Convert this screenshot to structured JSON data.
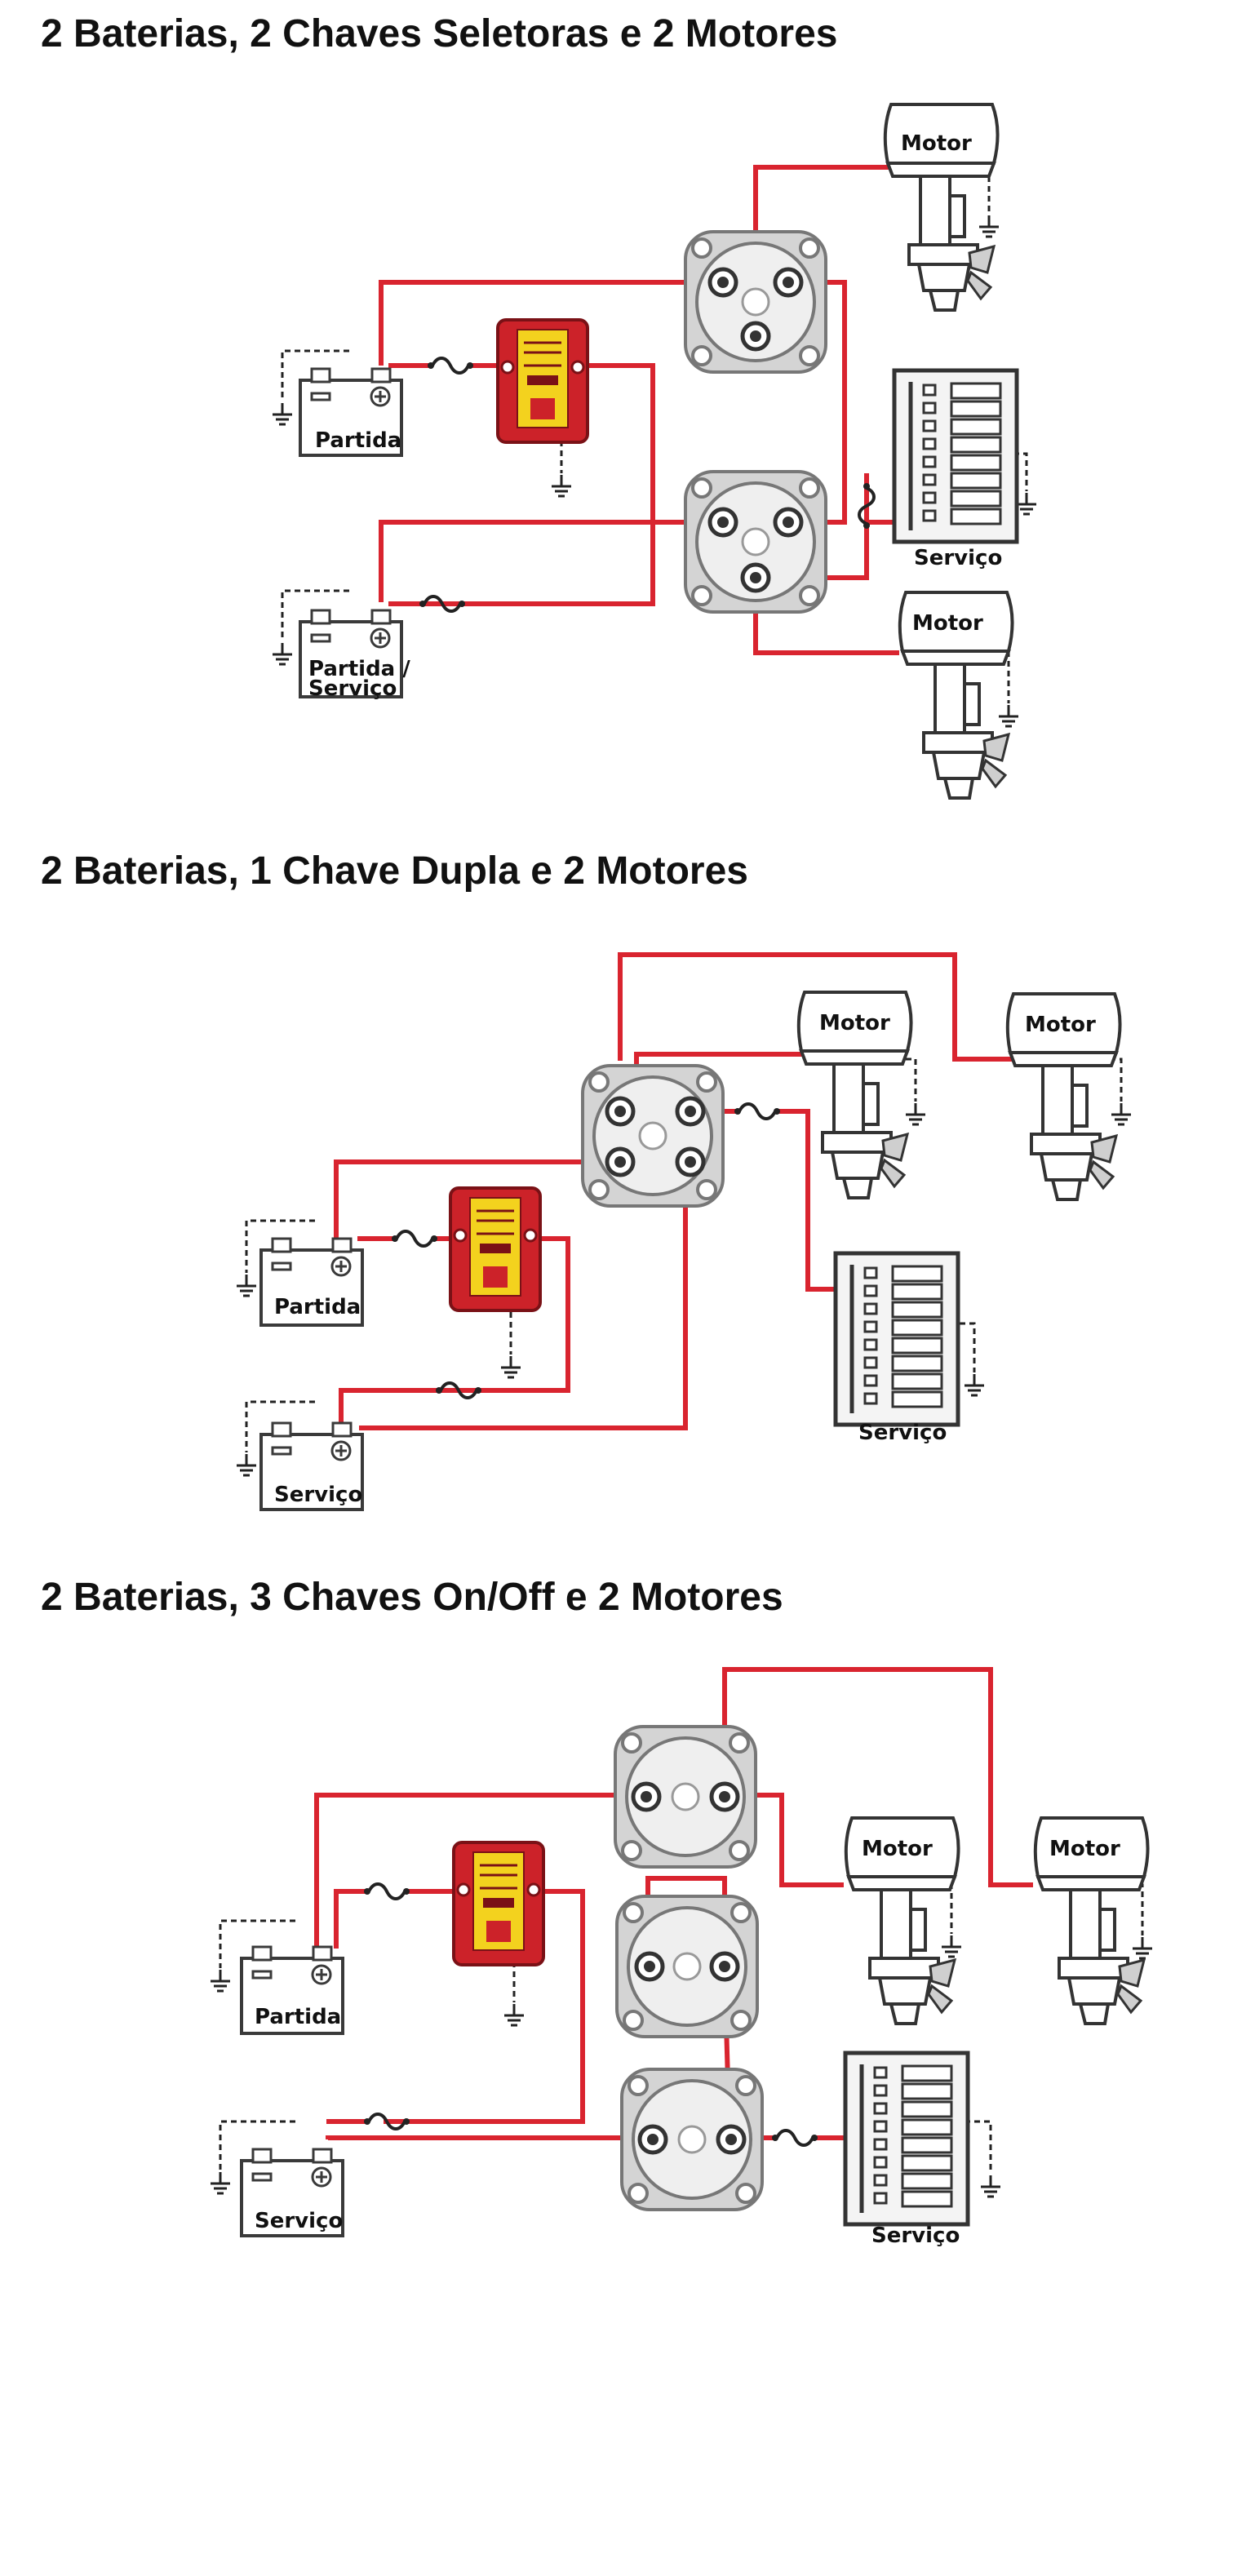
{
  "colors": {
    "wire": "#d9242f",
    "outline": "#3a3a3a",
    "switch": "#b5b5b5",
    "relay": "#cc2229",
    "relay_label": "#f3d21e"
  },
  "sections": [
    {
      "title": "2 Baterias, 2 Chaves Seletoras e 2 Motores",
      "battery_labels": [
        "Partida",
        "Partida /",
        "Serviço"
      ],
      "motor_labels": [
        "Motor",
        "Motor"
      ],
      "panel_label": "Serviço"
    },
    {
      "title": "2 Baterias, 1 Chave Dupla e 2 Motores",
      "battery_labels": [
        "Partida",
        "Serviço"
      ],
      "motor_labels": [
        "Motor",
        "Motor"
      ],
      "panel_label": "Serviço"
    },
    {
      "title": "2 Baterias, 3 Chaves On/Off e 2 Motores",
      "battery_labels": [
        "Partida",
        "Serviço"
      ],
      "motor_labels": [
        "Motor",
        "Motor"
      ],
      "panel_label": "Serviço"
    }
  ]
}
